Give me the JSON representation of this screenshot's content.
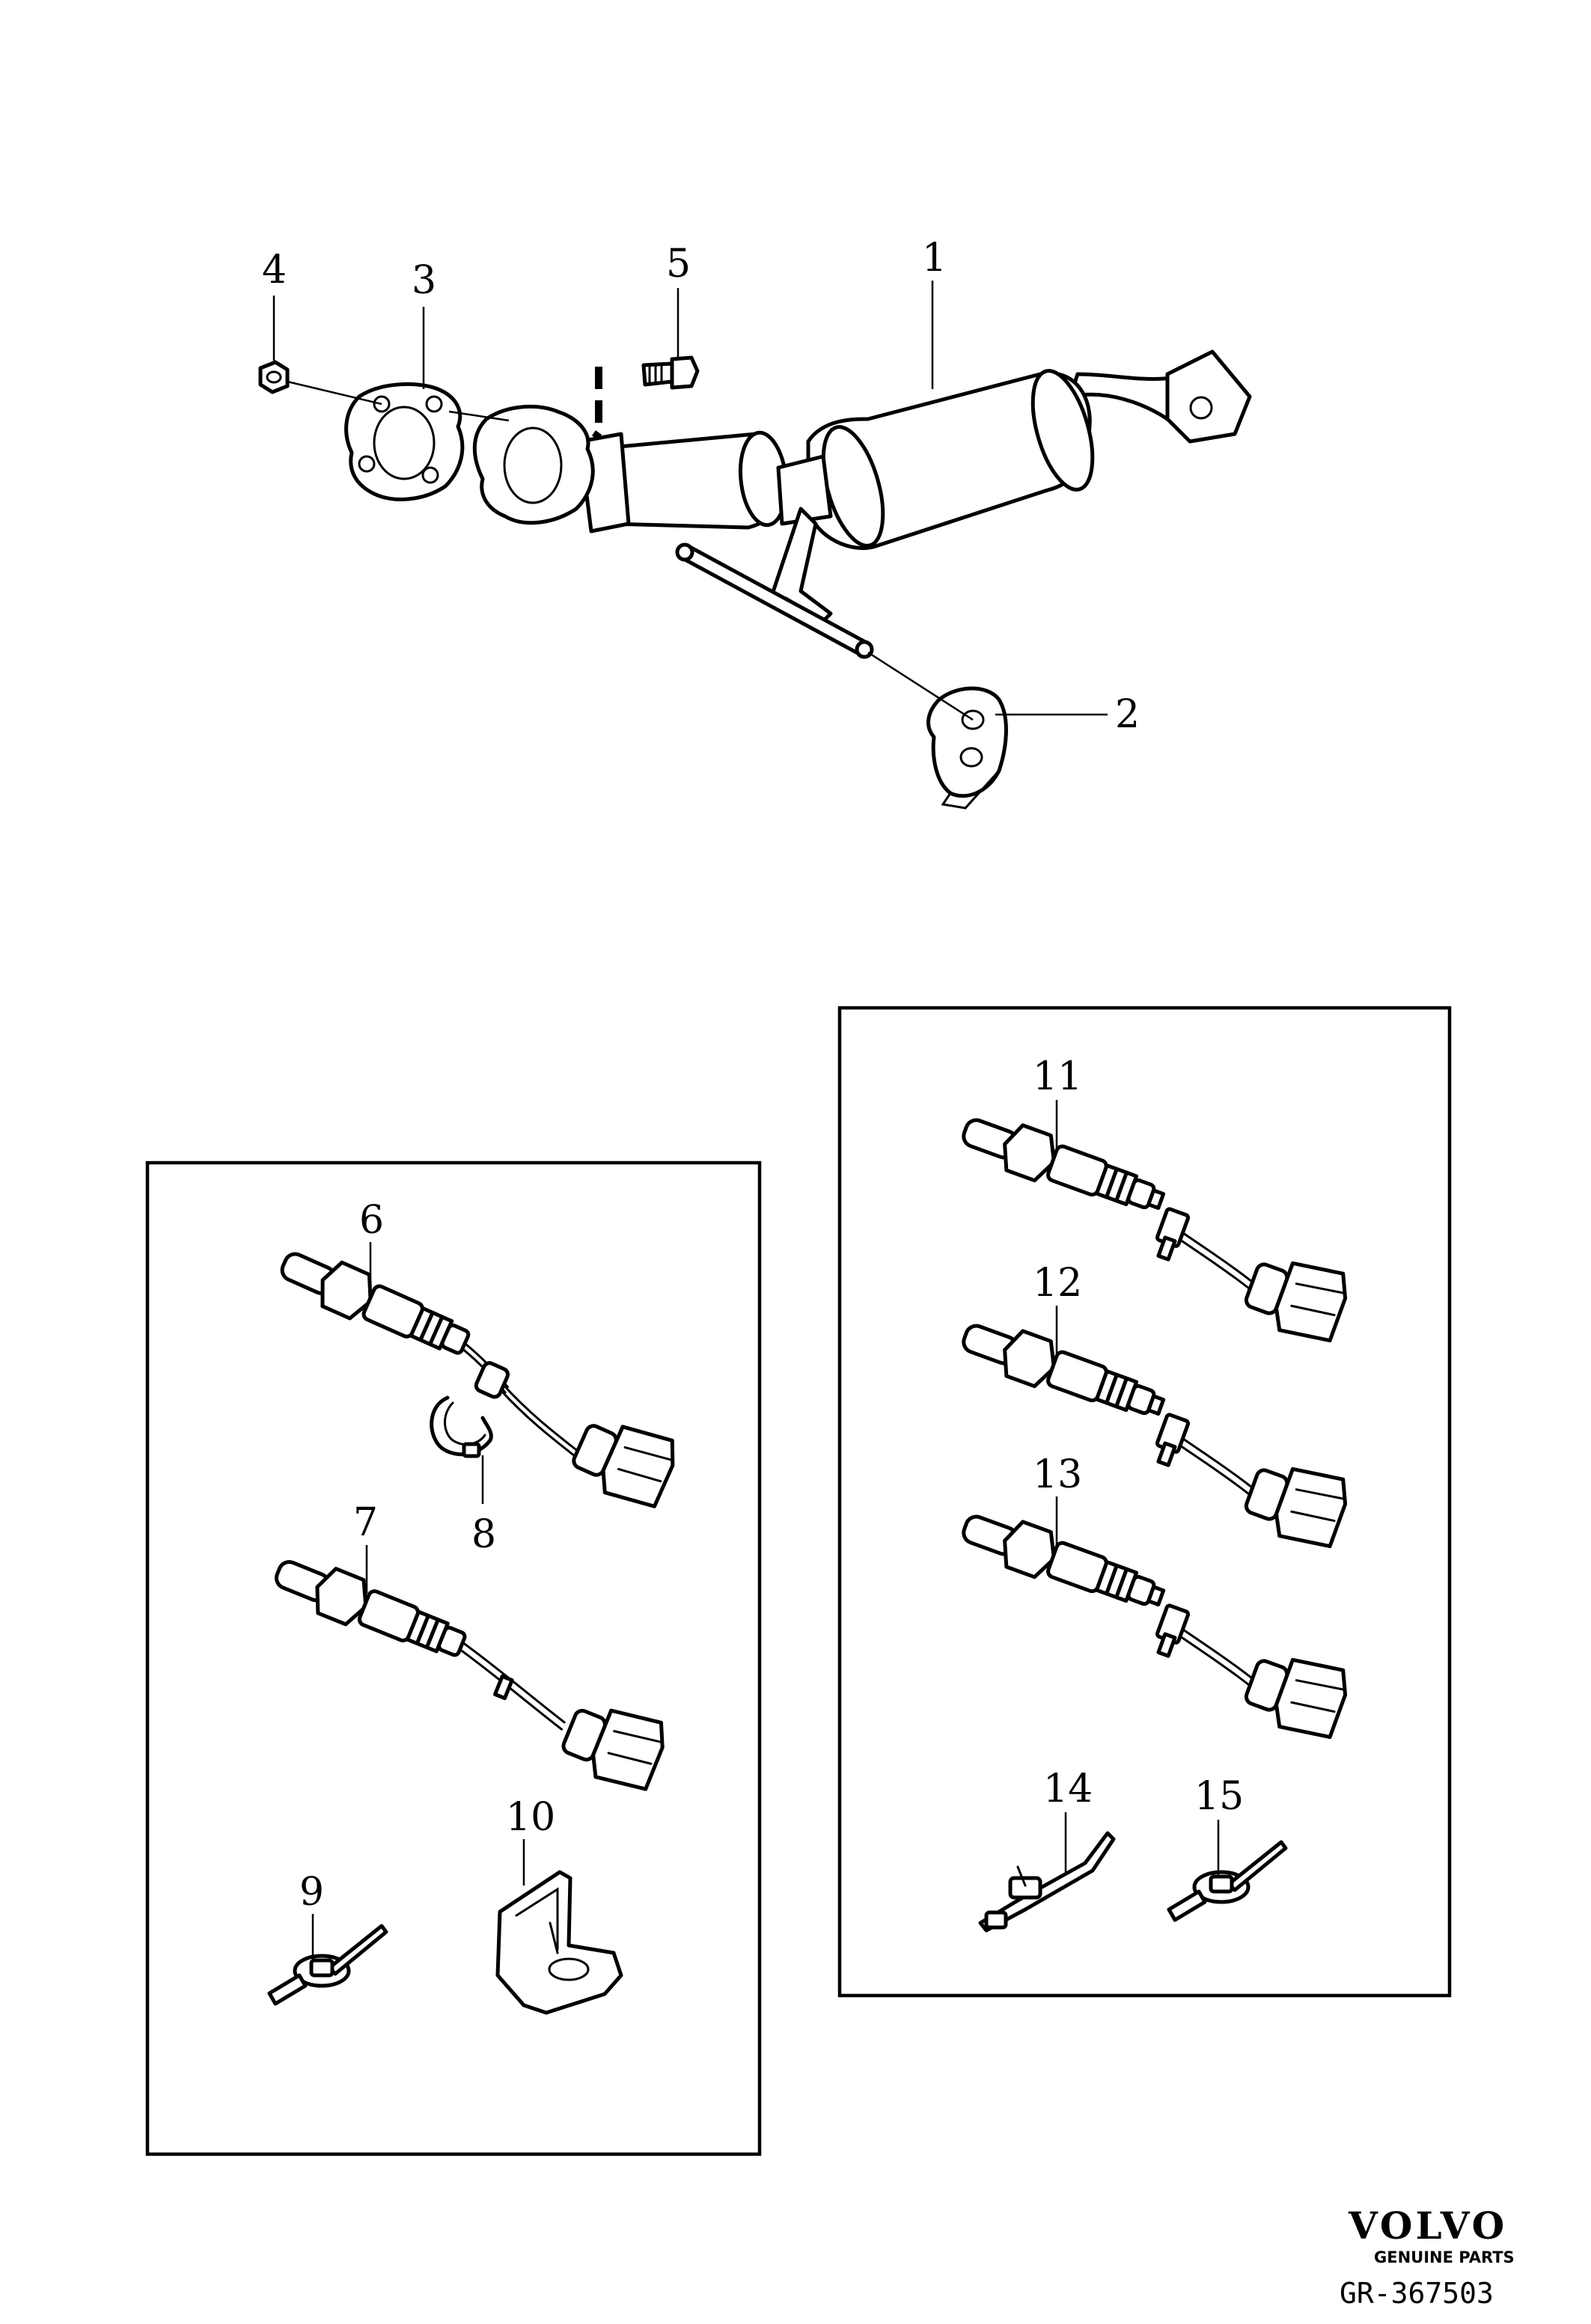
{
  "callouts": {
    "c1": "1",
    "c2": "2",
    "c3": "3",
    "c4": "4",
    "c5": "5",
    "c6": "6",
    "c7": "7",
    "c8": "8",
    "c9": "9",
    "c10": "10",
    "c11": "11",
    "c12": "12",
    "c13": "13",
    "c14": "14",
    "c15": "15"
  },
  "brand": {
    "name": "VOLVO",
    "tagline": "GENUINE PARTS",
    "code": "GR-367503"
  },
  "icons": {
    "catalytic_converter": "catalytic-converter-icon",
    "rubber_hanger": "rubber-hanger-icon",
    "gasket": "gasket-icon",
    "nut": "nut-icon",
    "bolt": "bolt-icon",
    "oxygen_sensor": "oxygen-sensor-icon",
    "clip": "clip-icon",
    "cable_tie": "cable-tie-icon",
    "bracket": "bracket-icon"
  }
}
